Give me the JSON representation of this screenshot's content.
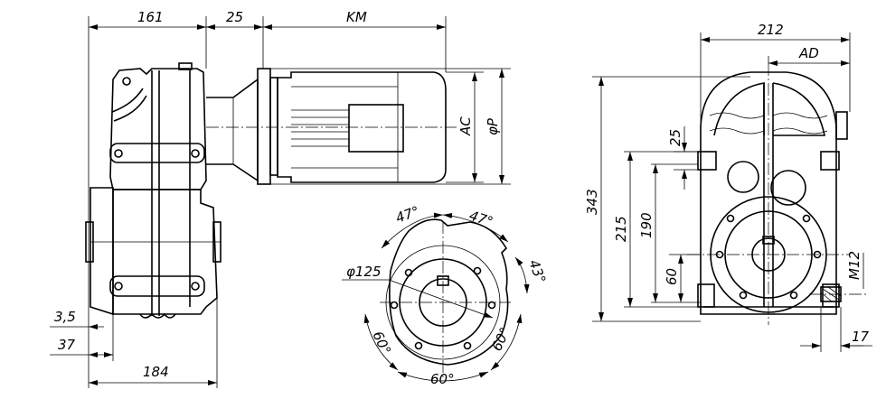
{
  "dimensions": {
    "d161": "161",
    "d25_top": "25",
    "km": "KM",
    "ac": "AC",
    "phi_p": "φP",
    "d3_5": "3,5",
    "d37": "37",
    "d184": "184",
    "a47_left": "47°",
    "a47_right": "47°",
    "a43": "43°",
    "phi125": "φ125",
    "a60_left": "60°",
    "a60_right": "60°",
    "a60_bottom": "60°",
    "d212": "212",
    "ad": "AD",
    "d25_side": "25",
    "d343": "343",
    "d215": "215",
    "d190": "190",
    "d60": "60",
    "m12": "M12",
    "d17": "17"
  }
}
